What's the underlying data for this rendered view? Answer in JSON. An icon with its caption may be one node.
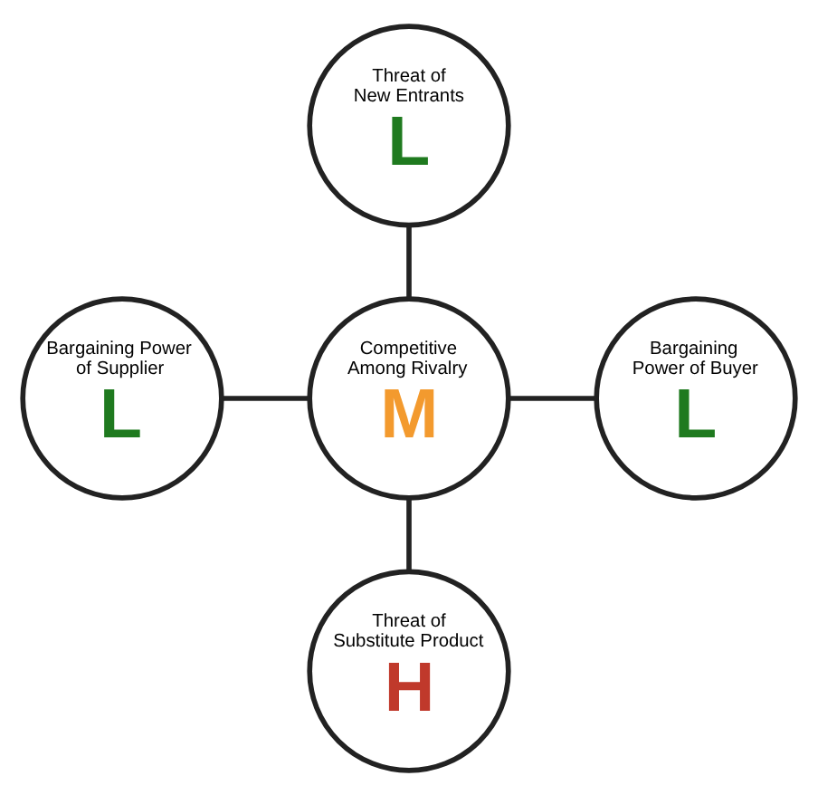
{
  "diagram": {
    "nodes": [
      {
        "text": [
          "Threat of New Entrants",
          "L"
        ]
      },
      {
        "text": [
          "Bargaining Power of Supplier",
          "L"
        ]
      },
      {
        "text": [
          "Competitive Among Rivalry",
          "M"
        ]
      },
      {
        "text": [
          "Bargaining Power of Buyer",
          "L"
        ]
      },
      {
        "text": [
          "Threat of Substitute Product",
          "H"
        ]
      }
    ],
    "edges": [
      {
        "from": 0,
        "to": 2,
        "arrow": "none"
      },
      {
        "from": 1,
        "to": 2,
        "arrow": "none"
      },
      {
        "from": 2,
        "to": 3,
        "arrow": "none"
      },
      {
        "from": 2,
        "to": 4,
        "arrow": "none"
      }
    ]
  }
}
